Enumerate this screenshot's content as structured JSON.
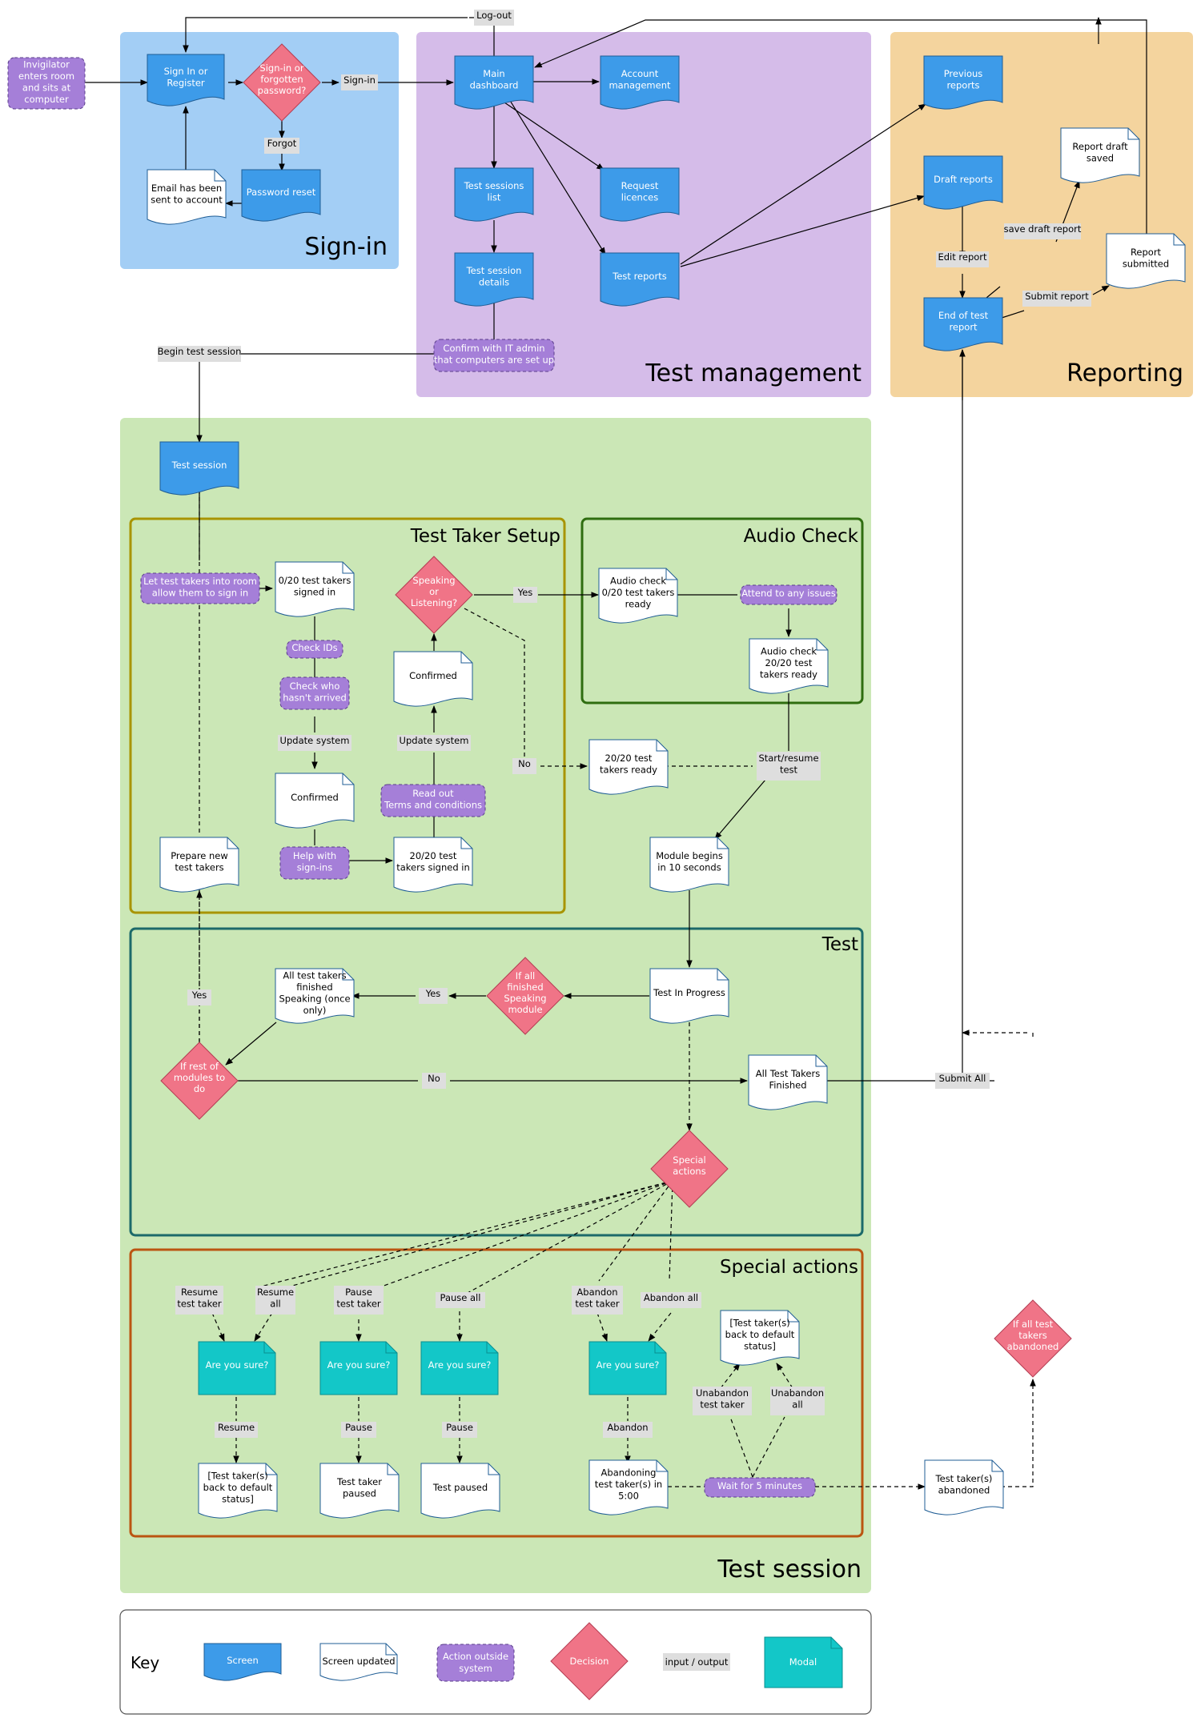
{
  "regions": {
    "signin": "Sign-in",
    "test_management": "Test management",
    "reporting": "Reporting",
    "test_session": "Test session",
    "test_taker_setup": "Test Taker Setup",
    "audio_check": "Audio Check",
    "test": "Test",
    "special_actions": "Special actions"
  },
  "nodes": {
    "invigilator": [
      "Invigilator",
      "enters room",
      "and sits at",
      "computer"
    ],
    "signin_register": [
      "Sign In or",
      "Register"
    ],
    "signin_decision": [
      "Sign-in or",
      "forgotten",
      "password?"
    ],
    "password_reset": [
      "Password reset"
    ],
    "email_sent": [
      "Email has been",
      "sent to account"
    ],
    "main_dashboard": [
      "Main",
      "dashboard"
    ],
    "account_mgmt": [
      "Account",
      "management"
    ],
    "request_licences": [
      "Request",
      "licences"
    ],
    "test_sessions_list": [
      "Test sessions",
      "list"
    ],
    "test_session_details": [
      "Test session",
      "details"
    ],
    "test_reports": [
      "Test reports"
    ],
    "confirm_it": [
      "Confirm with IT admin",
      "that computers are set up"
    ],
    "previous_reports": [
      "Previous",
      "reports"
    ],
    "draft_reports": [
      "Draft reports"
    ],
    "report_draft_saved": [
      "Report draft",
      "saved"
    ],
    "report_submitted": [
      "Report",
      "submitted"
    ],
    "end_of_test_report": [
      "End of test",
      "report"
    ],
    "test_session_screen": [
      "Test session"
    ],
    "let_test_takers": [
      "Let test takers into room",
      "allow them to sign in"
    ],
    "signed_in_0_20": [
      "0/20 test takers",
      "signed in"
    ],
    "check_ids": [
      "Check IDs"
    ],
    "check_who": [
      "Check who",
      "hasn't arrived"
    ],
    "confirmed_1": [
      "Confirmed"
    ],
    "help_signins": [
      "Help with",
      "sign-ins"
    ],
    "signed_in_20_20": [
      "20/20 test",
      "takers signed in"
    ],
    "prepare_new": [
      "Prepare new",
      "test takers"
    ],
    "read_out": [
      "Read out",
      "Terms and conditions"
    ],
    "confirmed_2": [
      "Confirmed"
    ],
    "speaking_listening": [
      "Speaking",
      "or",
      "Listening?"
    ],
    "audio_check_0": [
      "Audio check",
      "0/20 test takers",
      "ready"
    ],
    "attend_issues": [
      "Attend to any issues"
    ],
    "audio_check_20": [
      "Audio check",
      "20/20 test",
      "takers ready"
    ],
    "ready_20_20": [
      "20/20 test",
      "takers ready"
    ],
    "module_begins": [
      "Module begins",
      "in 10 seconds"
    ],
    "test_in_progress": [
      "Test In Progress"
    ],
    "if_all_finished": [
      "If all",
      "finished",
      "Speaking",
      "module"
    ],
    "all_finished_speaking": [
      "All test takers",
      "finished",
      "Speaking (once",
      "only)"
    ],
    "if_rest_modules": [
      "If rest of",
      "modules to",
      "do"
    ],
    "all_test_takers_finished": [
      "All Test Takers",
      "Finished"
    ],
    "special_actions_dec": [
      "Special",
      "actions"
    ],
    "sure_1": [
      "Are you sure?"
    ],
    "sure_2": [
      "Are you sure?"
    ],
    "sure_3": [
      "Are you sure?"
    ],
    "sure_4": [
      "Are you sure?"
    ],
    "default_status_1": [
      "[Test taker(s)",
      "back to default",
      "status]"
    ],
    "taker_paused": [
      "Test taker",
      "paused"
    ],
    "test_paused": [
      "Test paused"
    ],
    "abandoning": [
      "Abandoning",
      "test taker(s) in",
      "5:00"
    ],
    "wait_5": [
      "Wait for 5 minutes"
    ],
    "default_status_2": [
      "[Test taker(s)",
      "back to default",
      "status]"
    ],
    "taker_abandoned": [
      "Test taker(s)",
      "abandoned"
    ],
    "if_all_abandoned": [
      "If all test",
      "takers",
      "abandoned"
    ]
  },
  "labels": {
    "logout": [
      "Log-out"
    ],
    "signin": [
      "Sign-in"
    ],
    "forgot": [
      "Forgot"
    ],
    "begin_session": [
      "Begin test session"
    ],
    "edit_report": [
      "Edit report"
    ],
    "save_draft": [
      "save draft report"
    ],
    "submit_report": [
      "Submit report"
    ],
    "yes_audio": [
      "Yes"
    ],
    "no_speaking": [
      "No"
    ],
    "update_system_1": [
      "Update system"
    ],
    "update_system_2": [
      "Update system"
    ],
    "start_resume": [
      "Start/resume",
      "test"
    ],
    "yes_finished": [
      "Yes"
    ],
    "yes_rest": [
      "Yes"
    ],
    "no_rest": [
      "No"
    ],
    "submit_all": [
      "Submit All"
    ],
    "resume_taker": [
      "Resume",
      "test taker"
    ],
    "resume_all": [
      "Resume",
      "all"
    ],
    "pause_taker": [
      "Pause",
      "test taker"
    ],
    "pause_all": [
      "Pause all"
    ],
    "abandon_taker": [
      "Abandon",
      "test taker"
    ],
    "abandon_all": [
      "Abandon all"
    ],
    "resume": [
      "Resume"
    ],
    "pause_1": [
      "Pause"
    ],
    "pause_2": [
      "Pause"
    ],
    "abandon": [
      "Abandon"
    ],
    "unabandon_taker": [
      "Unabandon",
      "test taker"
    ],
    "unabandon_all": [
      "Unabandon",
      "all"
    ]
  },
  "key": {
    "title": "Key",
    "screen": "Screen",
    "screen_updated": "Screen updated",
    "action_outside": [
      "Action outside",
      "system"
    ],
    "decision": "Decision",
    "io": "input / output",
    "modal": "Modal"
  },
  "colors": {
    "screen": "#3d9be9",
    "screen_updated": "#ffffff",
    "action": "#a57fd8",
    "decision": "#f07487",
    "io": "#dedede",
    "modal": "#13c7c8",
    "signin_bg": "#a3cef5",
    "management_bg": "#d5bce9",
    "reporting_bg": "#f4d49e",
    "session_bg": "#cbe7b6",
    "setup_border": "#a89400",
    "audio_border": "#2f6d10",
    "test_border": "#1c6a6a",
    "special_border": "#bb5511"
  }
}
